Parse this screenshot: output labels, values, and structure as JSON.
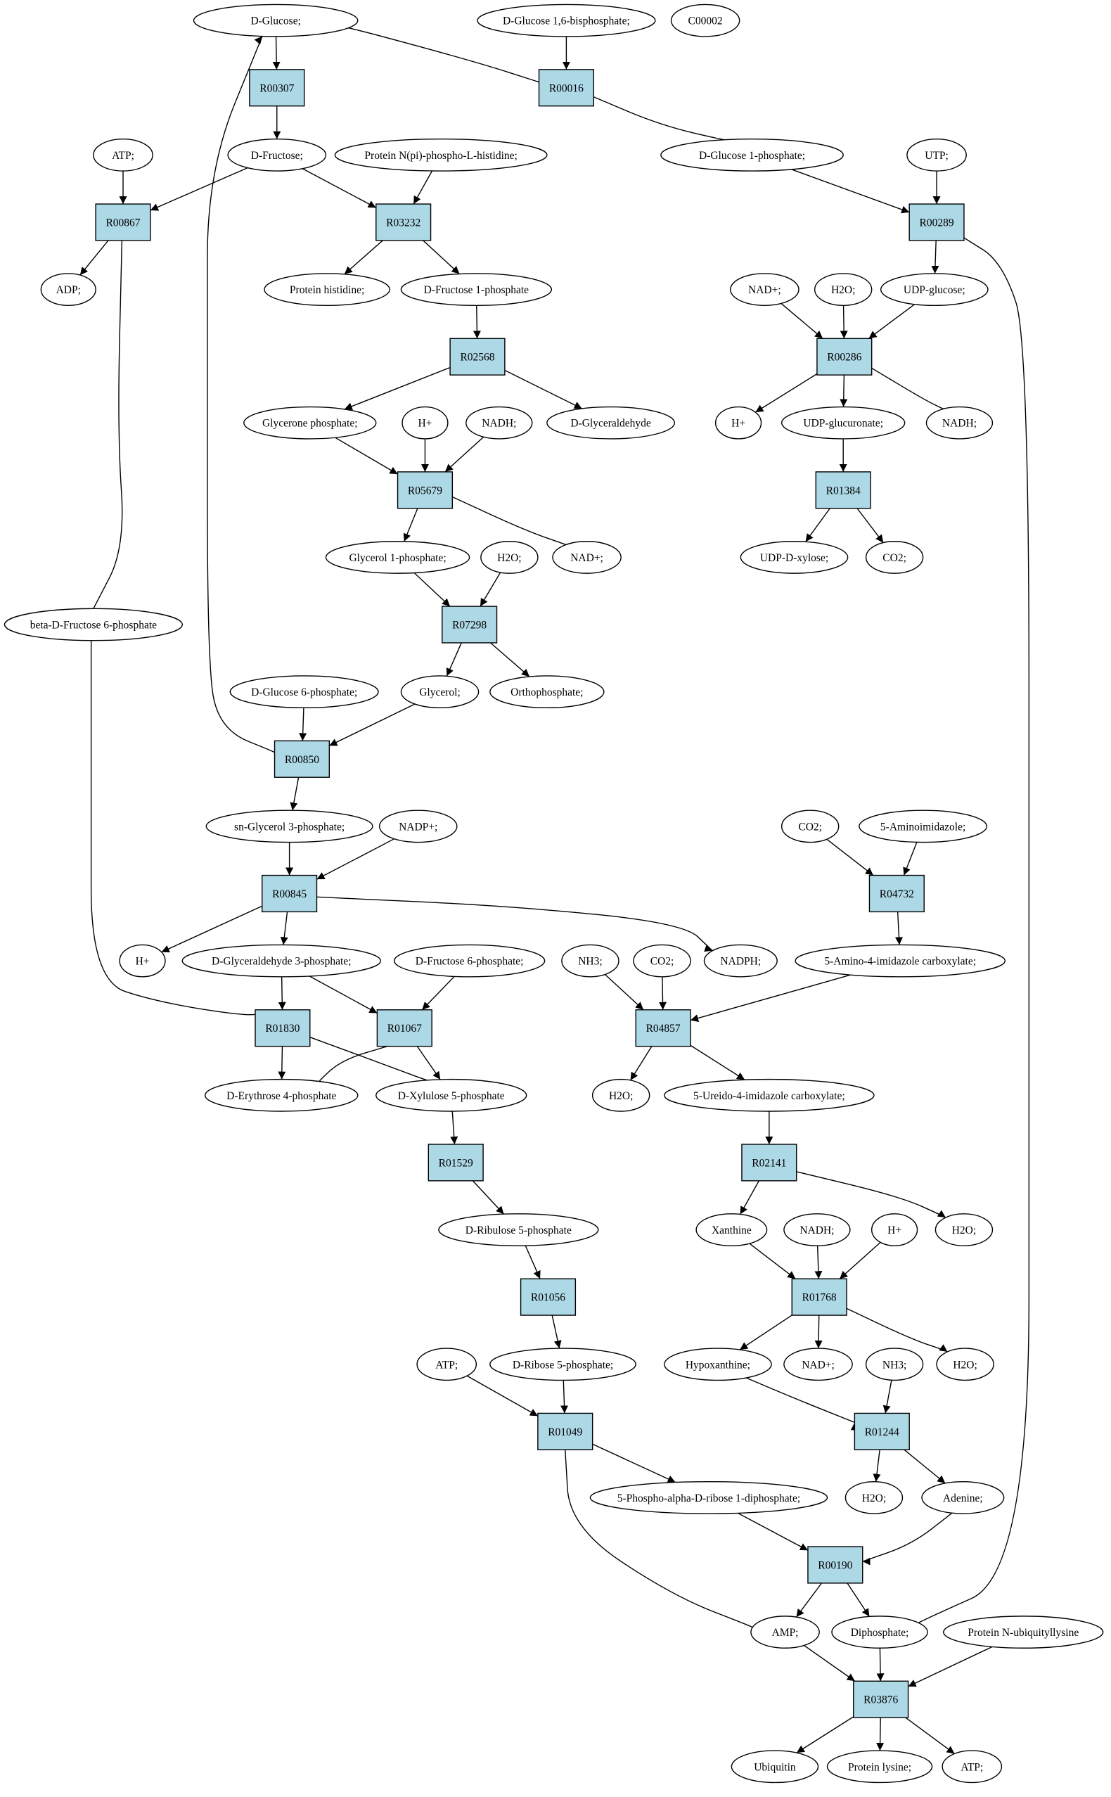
{
  "colors": {
    "reaction_fill": "#add8e6",
    "compound_fill": "#ffffff",
    "highlight_start": "#00ff00",
    "highlight_id": "#ffff00"
  },
  "nodes": {
    "dglucose": {
      "label": "D-Glucose;",
      "kind": "compound",
      "fill": "#00ff00"
    },
    "dglc16bp": {
      "label": "D-Glucose 1,6-bisphosphate;",
      "kind": "compound"
    },
    "c00002": {
      "label": "C00002",
      "kind": "compound",
      "fill": "#ffff00"
    },
    "r00307": {
      "label": "R00307",
      "kind": "reaction"
    },
    "r00016": {
      "label": "R00016",
      "kind": "reaction"
    },
    "atp1": {
      "label": "ATP;",
      "kind": "compound"
    },
    "dfructose": {
      "label": "D-Fructose;",
      "kind": "compound"
    },
    "protnpi": {
      "label": "Protein N(pi)-phospho-L-histidine;",
      "kind": "compound"
    },
    "dglc1p": {
      "label": "D-Glucose 1-phosphate;",
      "kind": "compound"
    },
    "utp": {
      "label": "UTP;",
      "kind": "compound"
    },
    "r00867": {
      "label": "R00867",
      "kind": "reaction"
    },
    "r03232": {
      "label": "R03232",
      "kind": "reaction"
    },
    "r00289": {
      "label": "R00289",
      "kind": "reaction"
    },
    "adp": {
      "label": "ADP;",
      "kind": "compound"
    },
    "prothis": {
      "label": "Protein histidine;",
      "kind": "compound"
    },
    "dfru1p": {
      "label": "D-Fructose 1-phosphate",
      "kind": "compound"
    },
    "nadp1": {
      "label": "NAD+;",
      "kind": "compound"
    },
    "h2o1": {
      "label": "H2O;",
      "kind": "compound"
    },
    "udpglc": {
      "label": "UDP-glucose;",
      "kind": "compound"
    },
    "r02568": {
      "label": "R02568",
      "kind": "reaction"
    },
    "r00286": {
      "label": "R00286",
      "kind": "reaction"
    },
    "glyceronep": {
      "label": "Glycerone phosphate;",
      "kind": "compound"
    },
    "hplus1": {
      "label": "H+",
      "kind": "compound"
    },
    "nadh1": {
      "label": "NADH;",
      "kind": "compound"
    },
    "dglyald": {
      "label": "D-Glyceraldehyde",
      "kind": "compound"
    },
    "hplus2": {
      "label": "H+",
      "kind": "compound"
    },
    "udpglcur": {
      "label": "UDP-glucuronate;",
      "kind": "compound"
    },
    "nadh2": {
      "label": "NADH;",
      "kind": "compound"
    },
    "r05679": {
      "label": "R05679",
      "kind": "reaction"
    },
    "r01384": {
      "label": "R01384",
      "kind": "reaction"
    },
    "glyc1p": {
      "label": "Glycerol 1-phosphate;",
      "kind": "compound"
    },
    "h2o2": {
      "label": "H2O;",
      "kind": "compound"
    },
    "nadp2": {
      "label": "NAD+;",
      "kind": "compound"
    },
    "udpxyl": {
      "label": "UDP-D-xylose;",
      "kind": "compound"
    },
    "co2a": {
      "label": "CO2;",
      "kind": "compound"
    },
    "bdfru6p": {
      "label": "beta-D-Fructose 6-phosphate",
      "kind": "compound"
    },
    "r07298": {
      "label": "R07298",
      "kind": "reaction"
    },
    "dglc6p": {
      "label": "D-Glucose 6-phosphate;",
      "kind": "compound"
    },
    "glycerol": {
      "label": "Glycerol;",
      "kind": "compound"
    },
    "orthop": {
      "label": "Orthophosphate;",
      "kind": "compound"
    },
    "r00850": {
      "label": "R00850",
      "kind": "reaction"
    },
    "snglyc3p": {
      "label": "sn-Glycerol 3-phosphate;",
      "kind": "compound"
    },
    "nadpplus": {
      "label": "NADP+;",
      "kind": "compound"
    },
    "co2b": {
      "label": "CO2;",
      "kind": "compound"
    },
    "aminoimid": {
      "label": "5-Aminoimidazole;",
      "kind": "compound"
    },
    "r00845": {
      "label": "R00845",
      "kind": "reaction"
    },
    "r04732": {
      "label": "R04732",
      "kind": "reaction"
    },
    "hplus3": {
      "label": "H+",
      "kind": "compound"
    },
    "dglyald3p": {
      "label": "D-Glyceraldehyde 3-phosphate;",
      "kind": "compound"
    },
    "dfru6p": {
      "label": "D-Fructose 6-phosphate;",
      "kind": "compound"
    },
    "nh3a": {
      "label": "NH3;",
      "kind": "compound"
    },
    "co2c": {
      "label": "CO2;",
      "kind": "compound"
    },
    "nadph": {
      "label": "NADPH;",
      "kind": "compound"
    },
    "aminoimidcarb": {
      "label": "5-Amino-4-imidazole carboxylate;",
      "kind": "compound"
    },
    "r01830": {
      "label": "R01830",
      "kind": "reaction"
    },
    "r01067": {
      "label": "R01067",
      "kind": "reaction"
    },
    "r04857": {
      "label": "R04857",
      "kind": "reaction"
    },
    "derythrose": {
      "label": "D-Erythrose 4-phosphate",
      "kind": "compound"
    },
    "dxylulose": {
      "label": "D-Xylulose 5-phosphate",
      "kind": "compound"
    },
    "h2o3": {
      "label": "H2O;",
      "kind": "compound"
    },
    "ureidoimid": {
      "label": "5-Ureido-4-imidazole carboxylate;",
      "kind": "compound"
    },
    "r01529": {
      "label": "R01529",
      "kind": "reaction"
    },
    "r02141": {
      "label": "R02141",
      "kind": "reaction"
    },
    "dribulose": {
      "label": "D-Ribulose 5-phosphate",
      "kind": "compound"
    },
    "xanthine": {
      "label": "Xanthine",
      "kind": "compound"
    },
    "nadh3": {
      "label": "NADH;",
      "kind": "compound"
    },
    "hplus4": {
      "label": "H+",
      "kind": "compound"
    },
    "h2o4": {
      "label": "H2O;",
      "kind": "compound"
    },
    "r01056": {
      "label": "R01056",
      "kind": "reaction"
    },
    "r01768": {
      "label": "R01768",
      "kind": "reaction"
    },
    "atp2": {
      "label": "ATP;",
      "kind": "compound"
    },
    "dribose5p": {
      "label": "D-Ribose 5-phosphate;",
      "kind": "compound"
    },
    "hypoxanthine": {
      "label": "Hypoxanthine;",
      "kind": "compound"
    },
    "nadp3": {
      "label": "NAD+;",
      "kind": "compound"
    },
    "nh3b": {
      "label": "NH3;",
      "kind": "compound"
    },
    "h2o5": {
      "label": "H2O;",
      "kind": "compound"
    },
    "r01049": {
      "label": "R01049",
      "kind": "reaction"
    },
    "r01244": {
      "label": "R01244",
      "kind": "reaction"
    },
    "prpp": {
      "label": "5-Phospho-alpha-D-ribose 1-diphosphate;",
      "kind": "compound"
    },
    "h2o6": {
      "label": "H2O;",
      "kind": "compound"
    },
    "adenine": {
      "label": "Adenine;",
      "kind": "compound"
    },
    "r00190": {
      "label": "R00190",
      "kind": "reaction"
    },
    "amp": {
      "label": "AMP;",
      "kind": "compound"
    },
    "diphosphate": {
      "label": "Diphosphate;",
      "kind": "compound"
    },
    "protubiq": {
      "label": "Protein N-ubiquityllysine",
      "kind": "compound"
    },
    "r03876": {
      "label": "R03876",
      "kind": "reaction"
    },
    "ubiquitin": {
      "label": "Ubiquitin",
      "kind": "compound"
    },
    "protlys": {
      "label": "Protein lysine;",
      "kind": "compound"
    },
    "atp3": {
      "label": "ATP;",
      "kind": "compound"
    }
  },
  "edges": [
    [
      "dglucose",
      "r00307"
    ],
    [
      "dglucose",
      "r00016"
    ],
    [
      "dglc16bp",
      "r00016"
    ],
    [
      "r00307",
      "dfructose"
    ],
    [
      "r00016",
      "dglc1p"
    ],
    [
      "atp1",
      "r00867"
    ],
    [
      "dfructose",
      "r00867"
    ],
    [
      "dfructose",
      "r03232"
    ],
    [
      "protnpi",
      "r03232"
    ],
    [
      "dglc1p",
      "r00289"
    ],
    [
      "utp",
      "r00289"
    ],
    [
      "r00867",
      "adp"
    ],
    [
      "r00867",
      "bdfru6p"
    ],
    [
      "r03232",
      "prothis"
    ],
    [
      "r03232",
      "dfru1p"
    ],
    [
      "r00289",
      "udpglc"
    ],
    [
      "r00289",
      "diphosphate"
    ],
    [
      "dfru1p",
      "r02568"
    ],
    [
      "nadp1",
      "r00286"
    ],
    [
      "h2o1",
      "r00286"
    ],
    [
      "udpglc",
      "r00286"
    ],
    [
      "r02568",
      "glyceronep"
    ],
    [
      "r02568",
      "dglyald"
    ],
    [
      "r00286",
      "hplus2"
    ],
    [
      "r00286",
      "udpglcur"
    ],
    [
      "r00286",
      "nadh2"
    ],
    [
      "glyceronep",
      "r05679"
    ],
    [
      "hplus1",
      "r05679"
    ],
    [
      "nadh1",
      "r05679"
    ],
    [
      "udpglcur",
      "r01384"
    ],
    [
      "r05679",
      "glyc1p"
    ],
    [
      "r05679",
      "nadp2"
    ],
    [
      "r01384",
      "udpxyl"
    ],
    [
      "r01384",
      "co2a"
    ],
    [
      "glyc1p",
      "r07298"
    ],
    [
      "h2o2",
      "r07298"
    ],
    [
      "r07298",
      "glycerol"
    ],
    [
      "r07298",
      "orthop"
    ],
    [
      "dglc6p",
      "r00850"
    ],
    [
      "glycerol",
      "r00850"
    ],
    [
      "r00850",
      "dglucose"
    ],
    [
      "r00850",
      "snglyc3p"
    ],
    [
      "snglyc3p",
      "r00845"
    ],
    [
      "nadpplus",
      "r00845"
    ],
    [
      "co2b",
      "r04732"
    ],
    [
      "aminoimid",
      "r04732"
    ],
    [
      "r00845",
      "hplus3"
    ],
    [
      "r00845",
      "dglyald3p"
    ],
    [
      "r00845",
      "nadph"
    ],
    [
      "r04732",
      "aminoimidcarb"
    ],
    [
      "bdfru6p",
      "r01830"
    ],
    [
      "dglyald3p",
      "r01830"
    ],
    [
      "dglyald3p",
      "r01067"
    ],
    [
      "dfru6p",
      "r01067"
    ],
    [
      "nh3a",
      "r04857"
    ],
    [
      "co2c",
      "r04857"
    ],
    [
      "aminoimidcarb",
      "r04857"
    ],
    [
      "r01830",
      "derythrose"
    ],
    [
      "r01830",
      "dxylulose"
    ],
    [
      "r01067",
      "derythrose"
    ],
    [
      "r01067",
      "dxylulose"
    ],
    [
      "r04857",
      "h2o3"
    ],
    [
      "r04857",
      "ureidoimid"
    ],
    [
      "dxylulose",
      "r01529"
    ],
    [
      "ureidoimid",
      "r02141"
    ],
    [
      "r01529",
      "dribulose"
    ],
    [
      "r02141",
      "xanthine"
    ],
    [
      "r02141",
      "h2o4"
    ],
    [
      "dribulose",
      "r01056"
    ],
    [
      "xanthine",
      "r01768"
    ],
    [
      "nadh3",
      "r01768"
    ],
    [
      "hplus4",
      "r01768"
    ],
    [
      "r01056",
      "dribose5p"
    ],
    [
      "r01768",
      "hypoxanthine"
    ],
    [
      "r01768",
      "nadp3"
    ],
    [
      "r01768",
      "h2o5"
    ],
    [
      "atp2",
      "r01049"
    ],
    [
      "dribose5p",
      "r01049"
    ],
    [
      "hypoxanthine",
      "r01244"
    ],
    [
      "nh3b",
      "r01244"
    ],
    [
      "r01049",
      "prpp"
    ],
    [
      "r01049",
      "amp"
    ],
    [
      "r01244",
      "h2o6"
    ],
    [
      "r01244",
      "adenine"
    ],
    [
      "prpp",
      "r00190"
    ],
    [
      "adenine",
      "r00190"
    ],
    [
      "r00190",
      "amp"
    ],
    [
      "r00190",
      "diphosphate"
    ],
    [
      "amp",
      "r03876"
    ],
    [
      "diphosphate",
      "r03876"
    ],
    [
      "protubiq",
      "r03876"
    ],
    [
      "r03876",
      "ubiquitin"
    ],
    [
      "r03876",
      "protlys"
    ],
    [
      "r03876",
      "atp3"
    ]
  ]
}
